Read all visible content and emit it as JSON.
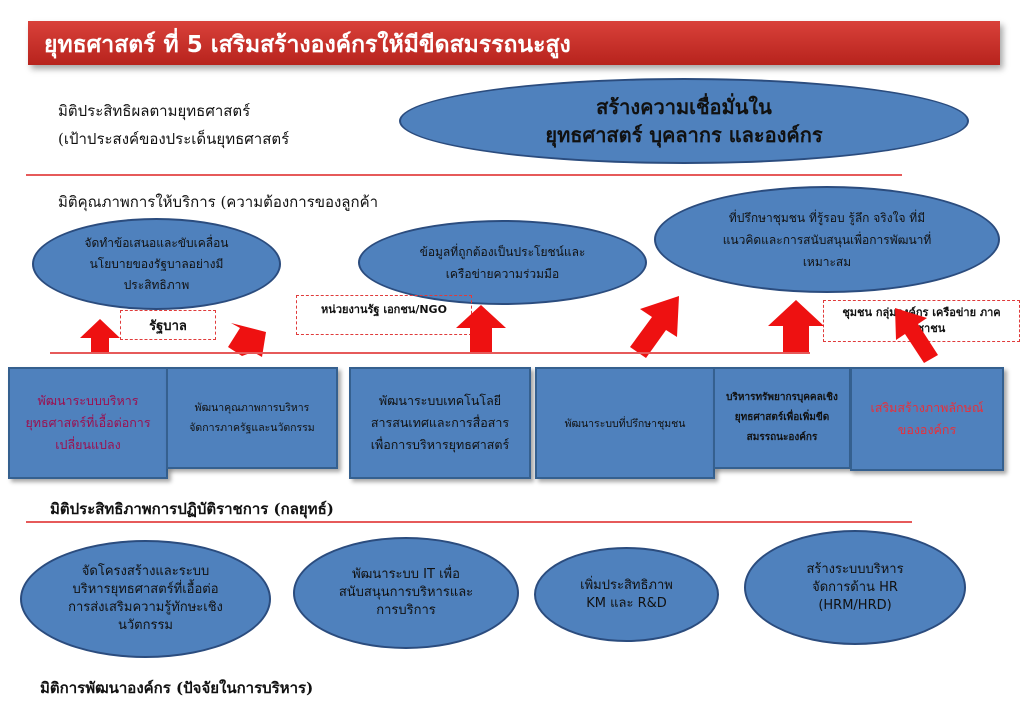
{
  "title": "ยุทธศาสตร์ ที่ 5  เสริมสร้างองค์กรให้มีขีดสมรรถนะสูง",
  "dimensions": {
    "effectiveness": {
      "line1": "มิติประสิทธิผลตามยุทธศาสตร์",
      "line2": "(เป้าประสงค์ของประเด็นยุทธศาสตร์"
    },
    "service_quality": "มิติคุณภาพการให้บริการ (ความต้องการของลูกค้า",
    "efficiency": "มิติประสิทธิภาพการปฏิบัติราชการ (กลยุทธ์)",
    "org_development": "มิติการพัฒนาองค์กร (ปัจจัยในการบริหาร)"
  },
  "goal": {
    "line1": "สร้างความเชื่อมั่นใน",
    "line2": "ยุทธศาสตร์  บุคลากร  และองค์กร"
  },
  "service_ellipses": [
    "จัดทำข้อเสนอและขับเคลื่อนนโยบายของรัฐบาลอย่างมีประสิทธิภาพ",
    "ข้อมูลที่ถูกต้องเป็นประโยชน์และเครือข่ายความร่วมมือ",
    "ที่ปรึกษาชุมชน  ที่รู้รอบ  รู้ลึก  จริงใจ ที่มีแนวคิดและการสนับสนุนเพื่อการพัฒนาที่เหมาะสม"
  ],
  "stakeholders": {
    "government": "รัฐบาล",
    "agencies": "หน่วยงานรัฐ เอกชน/NGO",
    "community": "ชุมชน กลุ่มองค์กร เครือข่าย ภาคประชาชน"
  },
  "strategy_boxes": [
    "พัฒนาระบบบริหารยุทธศาสตร์ที่เอื้อต่อการเปลี่ยนแปลง",
    "พัฒนาคุณภาพการบริหารจัดการภาครัฐและนวัตกรรม",
    "พัฒนาระบบเทคโนโลยีสารสนเทศและการสื่อสารเพื่อการบริหารยุทธศาสตร์",
    "พัฒนาระบบที่ปรึกษาชุมชน",
    "บริหารทรัพยากรบุคคลเชิงยุทธศาสตร์เพื่อเพิ่มขีดสมรรถนะองค์กร",
    "เสริมสร้างภาพลักษณ์ขององค์กร"
  ],
  "development_ellipses": [
    "จัดโครงสร้างและระบบบริหารยุทธศาสตร์ที่เอื้อต่อการส่งเสริมความรู้ทักษะเชิงนวัตกรรม",
    "พัฒนาระบบ IT เพื่อสนับสนุนการบริหารและการบริการ",
    "เพิ่มประสิทธิภาพ KM และ R&D",
    "สร้างระบบบริหารจัดการด้าน HR (HRM/HRD)"
  ],
  "colors": {
    "title_bar": "#c0302a",
    "shape_fill": "#4f81bd",
    "arrow": "#ee1111",
    "highlight_text": "#9b1050",
    "image_text": "#e8303a"
  }
}
